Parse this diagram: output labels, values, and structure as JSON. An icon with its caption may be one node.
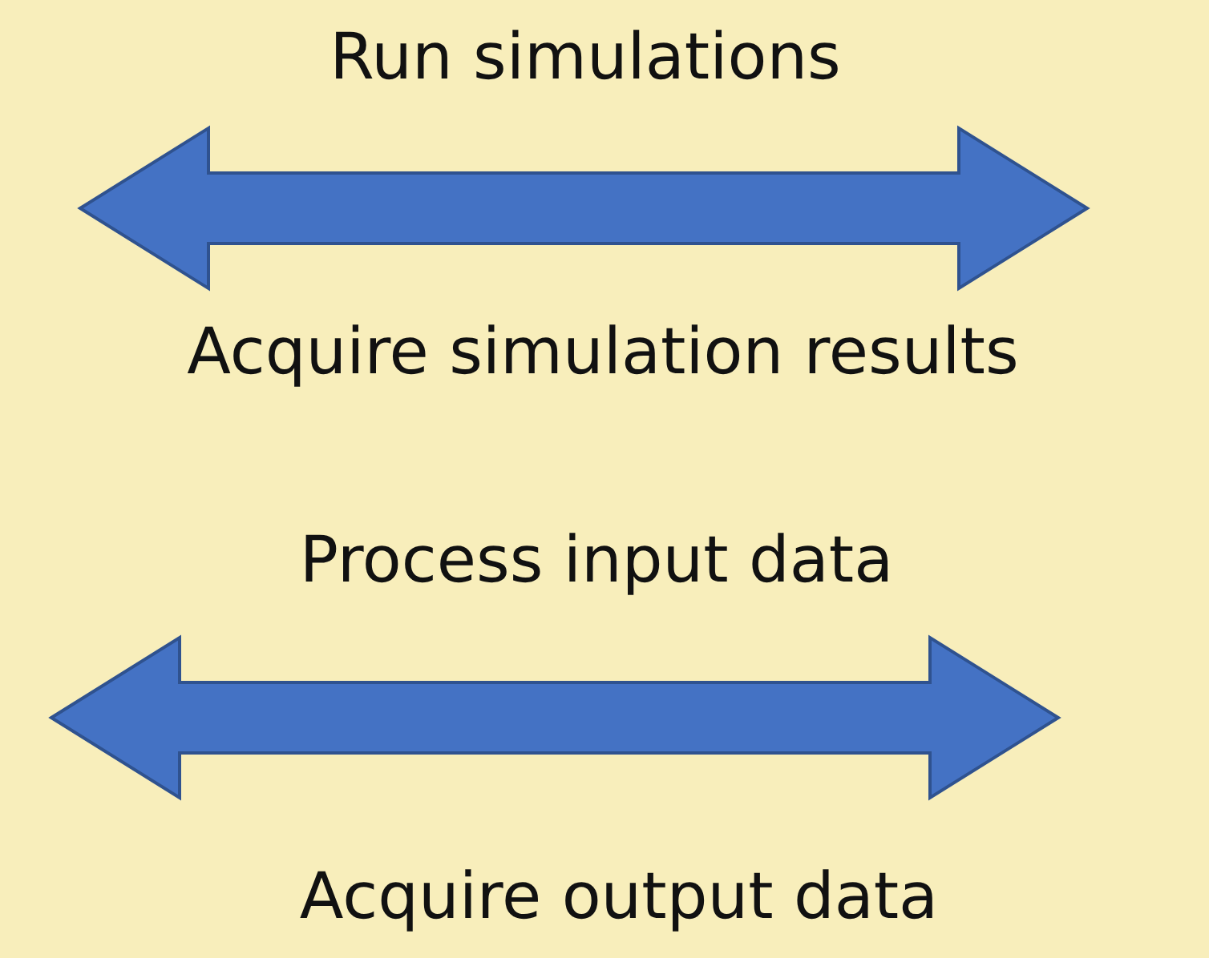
{
  "diagram": {
    "labels": [
      "Run simulations",
      "Acquire simulation results",
      "Process input data",
      "Acquire output data"
    ]
  }
}
